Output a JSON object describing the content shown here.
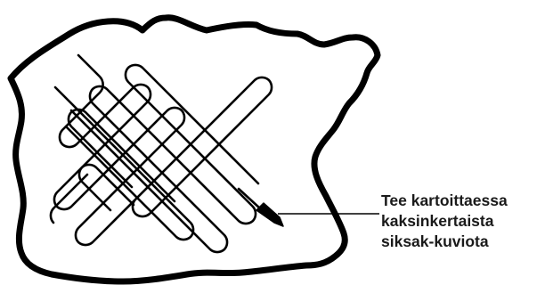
{
  "diagram": {
    "callout_lines": [
      "Tee kartoittaessa",
      "kaksinkertaista",
      "siksak-kuviota"
    ],
    "colors": {
      "stroke": "#000000",
      "background": "#ffffff",
      "text": "#1a1a1a"
    },
    "icons": {
      "probe": "metal-detector-probe-icon"
    }
  }
}
